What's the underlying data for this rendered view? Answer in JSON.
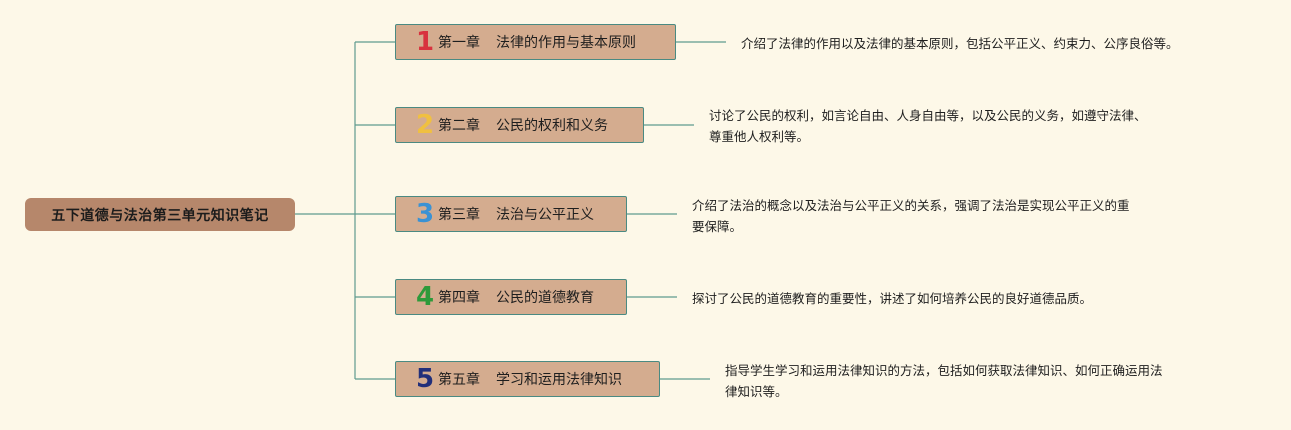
{
  "root": {
    "title": "五下道德与法治第三单元知识笔记"
  },
  "chapters": [
    {
      "num": "1",
      "num_color": "#d8323e",
      "prefix": "第一章",
      "title": "法律的作用与基本原则",
      "desc_lines": [
        "介绍了法律的作用以及法律的基本原则，包括公平正义、约束力、公序良俗等。"
      ]
    },
    {
      "num": "2",
      "num_color": "#f0c040",
      "prefix": "第二章",
      "title": "公民的权利和义务",
      "desc_lines": [
        "讨论了公民的权利，如言论自由、人身自由等，以及公民的义务，如遵守法律、",
        "尊重他人权利等。"
      ]
    },
    {
      "num": "3",
      "num_color": "#3a92d4",
      "prefix": "第三章",
      "title": "法治与公平正义",
      "desc_lines": [
        "介绍了法治的概念以及法治与公平正义的关系，强调了法治是实现公平正义的重",
        "要保障。"
      ]
    },
    {
      "num": "4",
      "num_color": "#2e9a3a",
      "prefix": "第四章",
      "title": "公民的道德教育",
      "desc_lines": [
        "探讨了公民的道德教育的重要性，讲述了如何培养公民的良好道德品质。"
      ]
    },
    {
      "num": "5",
      "num_color": "#222f7a",
      "prefix": "第五章",
      "title": "学习和运用法律知识",
      "desc_lines": [
        "指导学生学习和运用法律知识的方法，包括如何获取法律知识、如何正确运用法",
        "律知识等。"
      ]
    }
  ]
}
